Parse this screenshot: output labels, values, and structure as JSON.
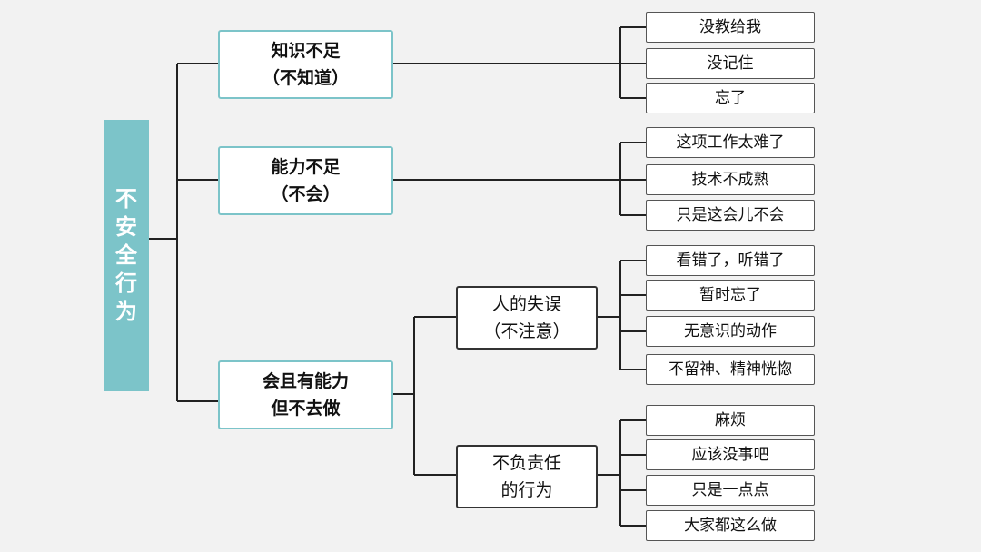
{
  "root": {
    "label": "不安全行为"
  },
  "categories": [
    {
      "line1": "知识不足",
      "line2": "（不知道）",
      "leaves": [
        "没教给我",
        "没记住",
        "忘了"
      ]
    },
    {
      "line1": "能力不足",
      "line2": "（不会）",
      "leaves": [
        "这项工作太难了",
        "技术不成熟",
        "只是这会儿不会"
      ]
    },
    {
      "line1": "会且有能力",
      "line2": "但不去做",
      "subcategories": [
        {
          "line1": "人的失误",
          "line2": "（不注意）",
          "leaves": [
            "看错了，听错了",
            "暂时忘了",
            "无意识的动作",
            "不留神、精神恍惚"
          ]
        },
        {
          "line1": "不负责任",
          "line2": "的行为",
          "leaves": [
            "麻烦",
            "应该没事吧",
            "只是一点点",
            "大家都这么做"
          ]
        }
      ]
    }
  ]
}
